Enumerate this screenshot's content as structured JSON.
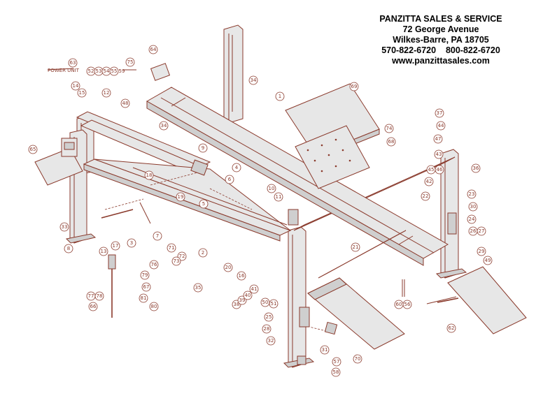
{
  "header": {
    "company": "PANZITTA SALES & SERVICE",
    "street": "72 George Avenue",
    "city": "Wilkes-Barre, PA 18705",
    "phones": "570-822-6720    800-822-6720",
    "website": "www.panzittasales.com"
  },
  "power_unit_label": "POWER UNIT",
  "colors": {
    "line": "#8a3a2c",
    "fill": "#e7e7e7",
    "text": "#000000"
  },
  "callouts": [
    "1",
    "2",
    "3",
    "4",
    "5",
    "6",
    "7",
    "8",
    "9",
    "10",
    "11",
    "12",
    "13",
    "14",
    "15",
    "16",
    "17",
    "18",
    "19",
    "20",
    "21",
    "22",
    "23",
    "24",
    "25",
    "26",
    "27",
    "28",
    "29",
    "30",
    "31",
    "32",
    "33",
    "35",
    "36",
    "37",
    "38",
    "39",
    "40",
    "41",
    "42",
    "43",
    "44",
    "45",
    "46",
    "47",
    "48",
    "49",
    "50",
    "51",
    "52",
    "53",
    "54",
    "55",
    "56",
    "57",
    "58",
    "59",
    "60",
    "62",
    "63",
    "64",
    "65",
    "66",
    "67",
    "68",
    "69",
    "70",
    "71",
    "72",
    "73",
    "74",
    "75",
    "76",
    "77",
    "78",
    "79",
    "80",
    "81"
  ]
}
